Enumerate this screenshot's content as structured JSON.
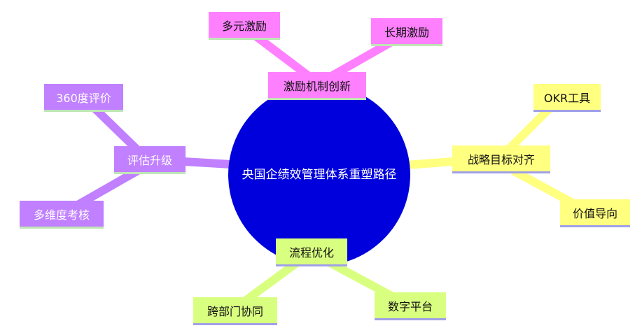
{
  "center": {
    "label": "央国企绩效管理体系重塑路径"
  },
  "branches": {
    "incentive": {
      "label": "激励机制创新",
      "children": [
        "多元激励",
        "长期激励"
      ],
      "color": "#ff80ff"
    },
    "strategy": {
      "label": "战略目标对齐",
      "children": [
        "OKR工具",
        "价值导向"
      ],
      "color": "#ffff80"
    },
    "process": {
      "label": "流程优化",
      "children": [
        "跨部门协同",
        "数字平台"
      ],
      "color": "#d9ff80"
    },
    "evaluation": {
      "label": "评估升级",
      "children": [
        "360度评价",
        "多维度考核"
      ],
      "color": "#c080ff"
    }
  },
  "colors": {
    "center": "#0000dc"
  }
}
